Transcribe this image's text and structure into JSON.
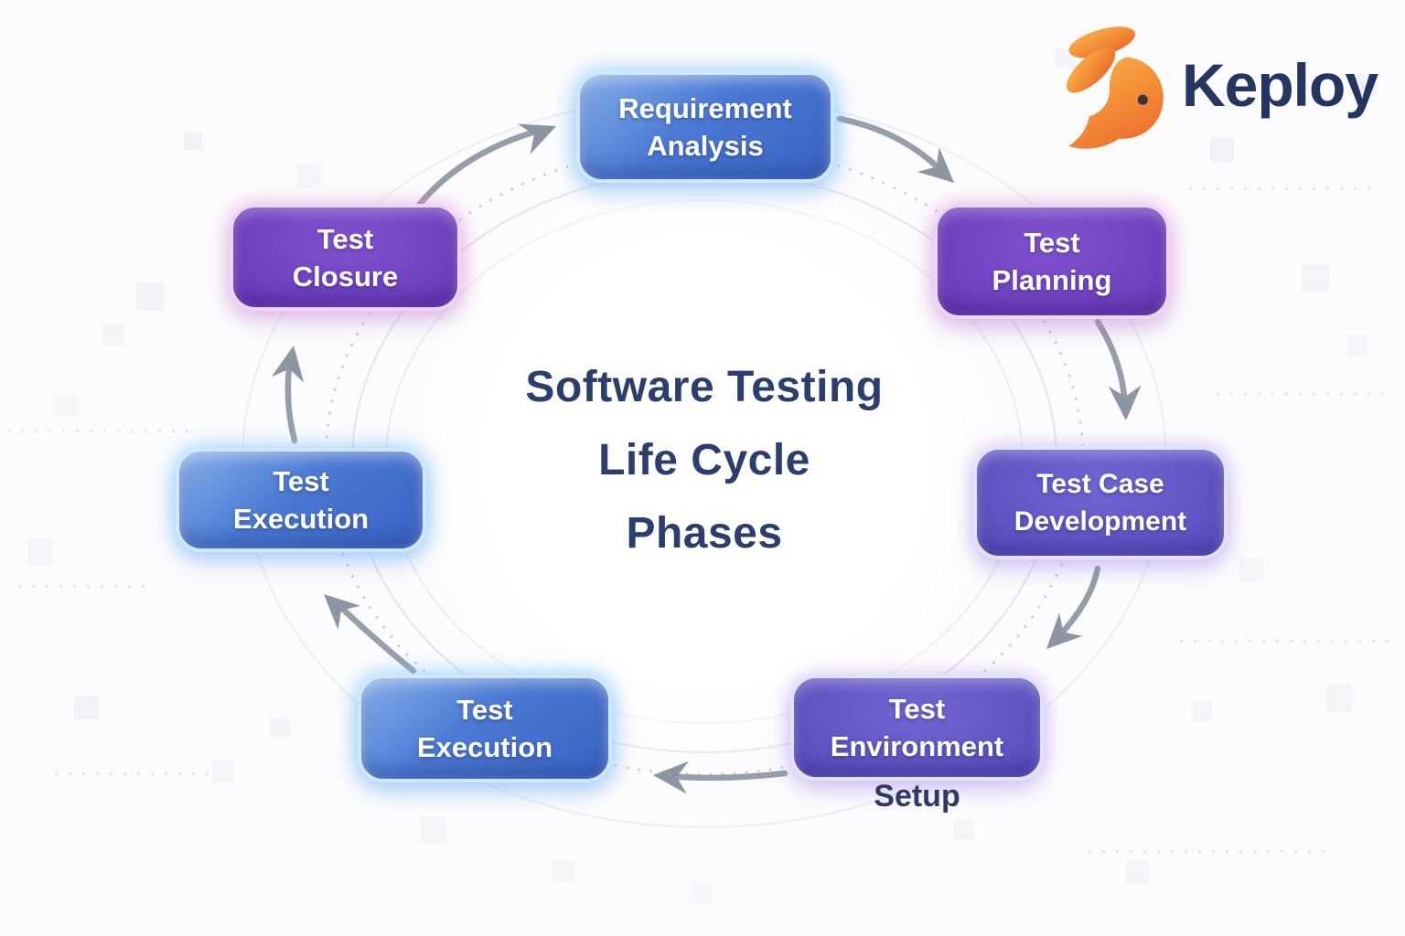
{
  "brand": {
    "name": "Keploy",
    "icon": "rabbit-icon",
    "text_color": "#24365f",
    "icon_color_top": "#f9b44a",
    "icon_color_bottom": "#f07434"
  },
  "title": {
    "line1": "Software Testing",
    "line2": "Life Cycle",
    "line3": "Phases",
    "color": "#2c3e6e"
  },
  "phases": [
    {
      "line1": "Requirement",
      "line2": "Analysis",
      "style": "blue"
    },
    {
      "line1": "Test",
      "line2": "Planning",
      "style": "purple"
    },
    {
      "line1": "Test Case",
      "line2": "Development",
      "style": "indigo"
    },
    {
      "line1": "Test",
      "line2": "Environment",
      "caption": "Setup",
      "style": "indigo"
    },
    {
      "line1": "Test",
      "line2": "Execution",
      "style": "blue"
    },
    {
      "line1": "Test",
      "line2": "Execution",
      "style": "blue"
    },
    {
      "line1": "Test",
      "line2": "Closure",
      "style": "purple"
    }
  ],
  "flow": {
    "direction": "clockwise",
    "connector_color": "#8f97a5",
    "dotted_ring_color": "#b8bfcb"
  },
  "palette": {
    "blue_box": "#3f6ec6",
    "purple_box": "#6a3bbb",
    "indigo_box": "#5a4cbd",
    "background": "#fcfcfe",
    "navy_text": "#2c3e6e",
    "logo_orange": "#f59a3c"
  }
}
